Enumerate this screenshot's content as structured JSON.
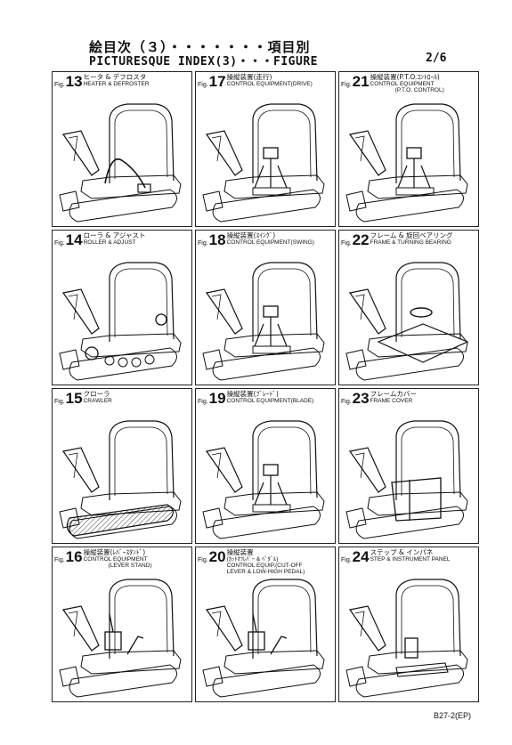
{
  "header": {
    "title_jp": "絵目次（３）・・・・・・・項目別",
    "title_en": "PICTURESQUE INDEX(3)・・・FIGURE",
    "page": "2/6"
  },
  "figures": [
    {
      "prefix": "Fig.",
      "num": "13",
      "jp": "ヒータ & デフロスタ",
      "en": [
        "HEATER & DEFROSTER"
      ],
      "kind": "heater"
    },
    {
      "prefix": "Fig.",
      "num": "17",
      "jp": "操縦装置(走行)",
      "en": [
        "CONTROL EQUIPMENT(DRIVE)"
      ],
      "kind": "drive"
    },
    {
      "prefix": "Fig.",
      "num": "21",
      "jp": "操縦装置(P.T.O.ｺﾝﾄﾛｰﾙ)",
      "en": [
        "CONTROL EQUIPMENT",
        "(P.T.O. CONTROL)"
      ],
      "kind": "pto"
    },
    {
      "prefix": "Fig.",
      "num": "14",
      "jp": "ローラ & アジャスト",
      "en": [
        "ROLLER & ADJUST"
      ],
      "kind": "roller"
    },
    {
      "prefix": "Fig.",
      "num": "18",
      "jp": "操縦装置(ｽｲﾝｸﾞ)",
      "en": [
        "CONTROL EQUIPMENT(SWING)"
      ],
      "kind": "swing"
    },
    {
      "prefix": "Fig.",
      "num": "22",
      "jp": "フレーム & 旋回ベアリング",
      "en": [
        "FRAME & TURNING BEARING"
      ],
      "kind": "frame"
    },
    {
      "prefix": "Fig.",
      "num": "15",
      "jp": "クローラ",
      "en": [
        "CRAWLER"
      ],
      "kind": "crawler"
    },
    {
      "prefix": "Fig.",
      "num": "19",
      "jp": "操縦装置(ﾌﾞﾚｰﾄﾞ)",
      "en": [
        "CONTROL EQUIPMENT(BLADE)"
      ],
      "kind": "blade"
    },
    {
      "prefix": "Fig.",
      "num": "23",
      "jp": "フレームカバー",
      "en": [
        "FRAME COVER"
      ],
      "kind": "cover"
    },
    {
      "prefix": "Fig.",
      "num": "16",
      "jp": "操縦装置(ﾚﾊﾞｰｽﾀﾝﾄﾞ)",
      "en": [
        "CONTROL EQUIPMENT",
        "(LEVER STAND)"
      ],
      "kind": "lever"
    },
    {
      "prefix": "Fig.",
      "num": "20",
      "jp": "操縦装置",
      "en": [
        "(ｶｯﾄｵﾌﾚﾊﾞｰ & ﾍﾟﾀﾞﾙ)",
        "CONTROL EQUIP.(CUT-OFF",
        "LEVER & LOW-HIGH PEDAL)"
      ],
      "kind": "pedal"
    },
    {
      "prefix": "Fig.",
      "num": "24",
      "jp": "ステップ & インパネ",
      "en": [
        "STEP & INSTRUMENT PANEL"
      ],
      "kind": "panel"
    }
  ],
  "footer": {
    "code": "B27-2(EP)"
  }
}
